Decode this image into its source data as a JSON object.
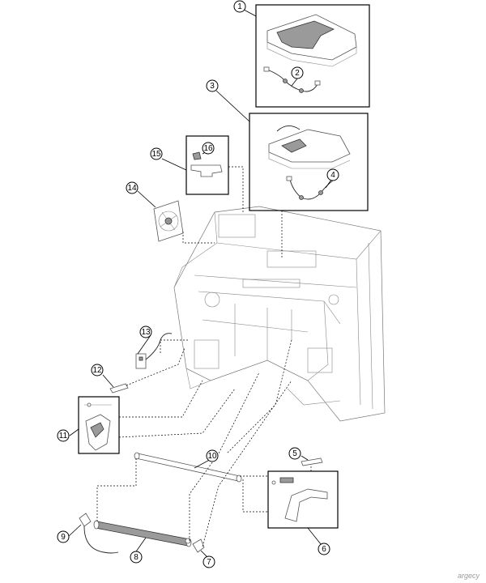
{
  "callouts": [
    "1",
    "2",
    "3",
    "4",
    "5",
    "6",
    "7",
    "8",
    "9",
    "10",
    "11",
    "12",
    "13",
    "14",
    "15",
    "16"
  ],
  "watermark": "argecy",
  "colors": {
    "line": "#000000",
    "part_fill": "#ffffff",
    "shading": "#9a9a9a",
    "watermark": "#9a9a9a"
  }
}
